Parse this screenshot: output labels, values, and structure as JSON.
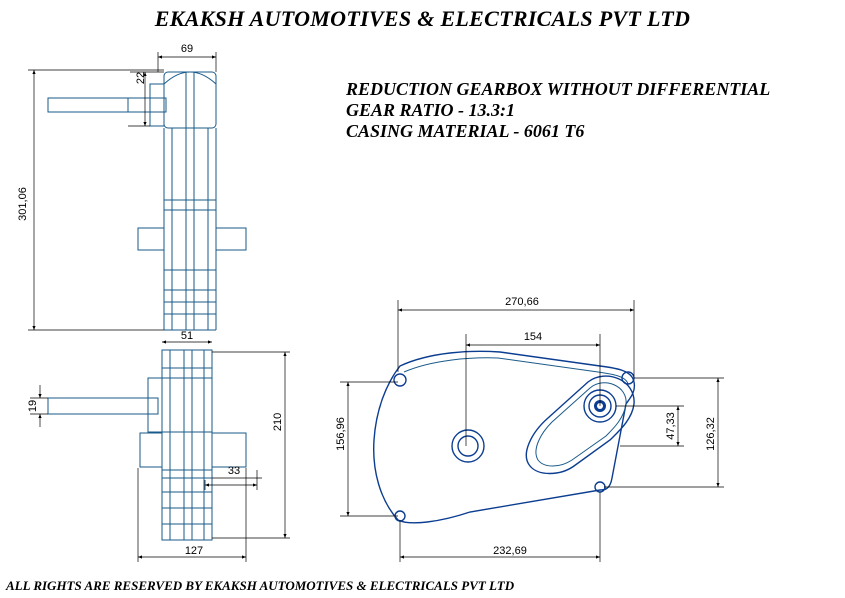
{
  "title": "EKAKSH AUTOMOTIVES & ELECTRICALS PVT LTD",
  "specs": {
    "line1": "REDUCTION GEARBOX WITHOUT DIFFERENTIAL",
    "line2": "GEAR RATIO -  13.3:1",
    "line3": "CASING MATERIAL - 6061 T6"
  },
  "footer": "ALL RIGHTS ARE RESERVED BY EKAKSH AUTOMOTIVES & ELECTRICALS PVT LTD",
  "dimensions": {
    "top_width": "69",
    "top_offset": "22",
    "top_height": "301,06",
    "bottom_width": "51",
    "shaft_dia": "19",
    "bottom_height": "210",
    "offset_33": "33",
    "bottom_length": "127",
    "front_width": "270,66",
    "center_dist": "154",
    "front_height": "156,96",
    "hole_dist": "47,33",
    "right_height": "126,32",
    "bottom_span": "232,69"
  }
}
